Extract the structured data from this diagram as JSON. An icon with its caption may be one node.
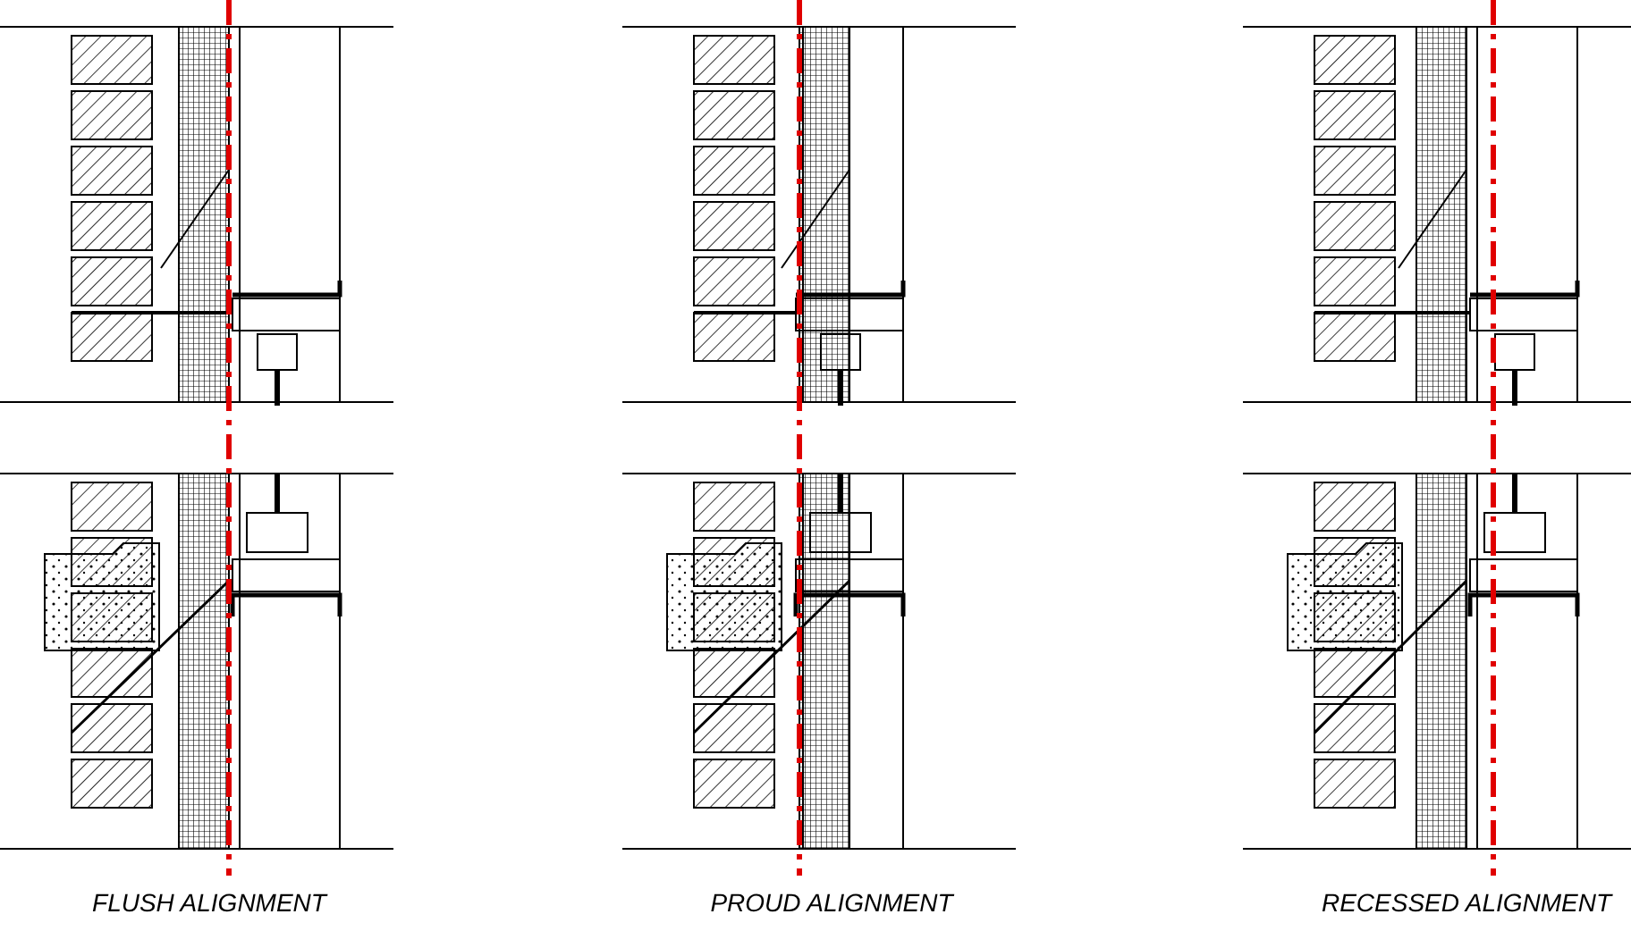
{
  "diagram": {
    "labels": [
      "FLUSH ALIGNMENT",
      "PROUD ALIGNMENT",
      "RECESSED ALIGNMENT"
    ]
  }
}
